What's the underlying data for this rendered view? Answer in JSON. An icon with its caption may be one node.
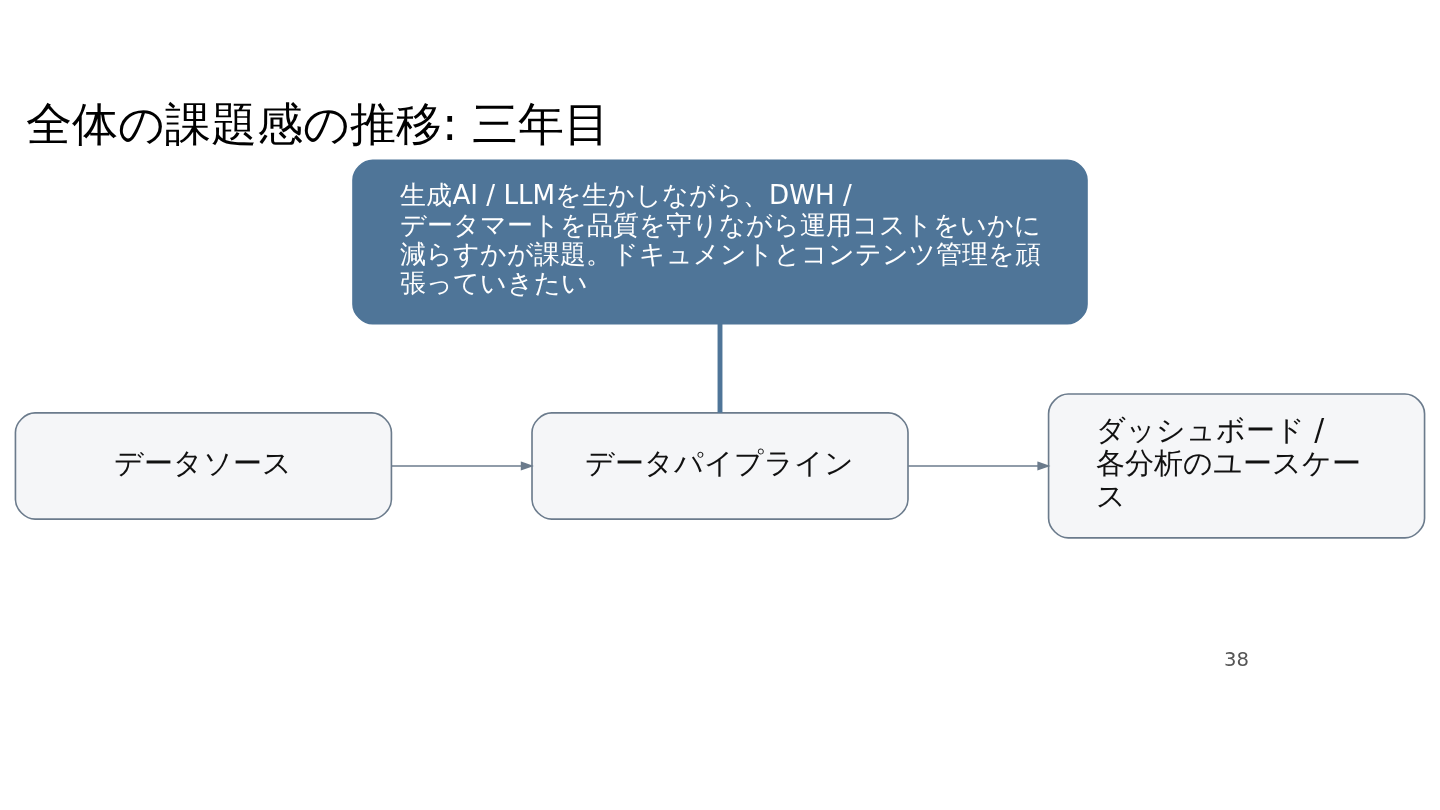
{
  "diagram": {
    "title": "全体の課題感の推移: 三年目",
    "nodes": [
      {
        "text": [
          "生成AI / LLMを生かしながら、DWH / データマートを品質を守りながら運用コストをいかに減らすかが課題。ドキュメントとコンテンツ管理を頑張っていきたい"
        ]
      },
      {
        "text": [
          "データソース"
        ]
      },
      {
        "text": [
          "データパイプライン"
        ]
      },
      {
        "text": [
          "ダッシュボード /各分析のユースケース"
        ]
      }
    ],
    "edges": [
      {
        "from": 0,
        "to": 2,
        "arrow": "none",
        "style": "thick",
        "color": "#4f7598"
      },
      {
        "from": 1,
        "to": 2,
        "arrow": "to"
      },
      {
        "from": 2,
        "to": 3,
        "arrow": "to"
      }
    ],
    "labels": [
      "38"
    ]
  }
}
